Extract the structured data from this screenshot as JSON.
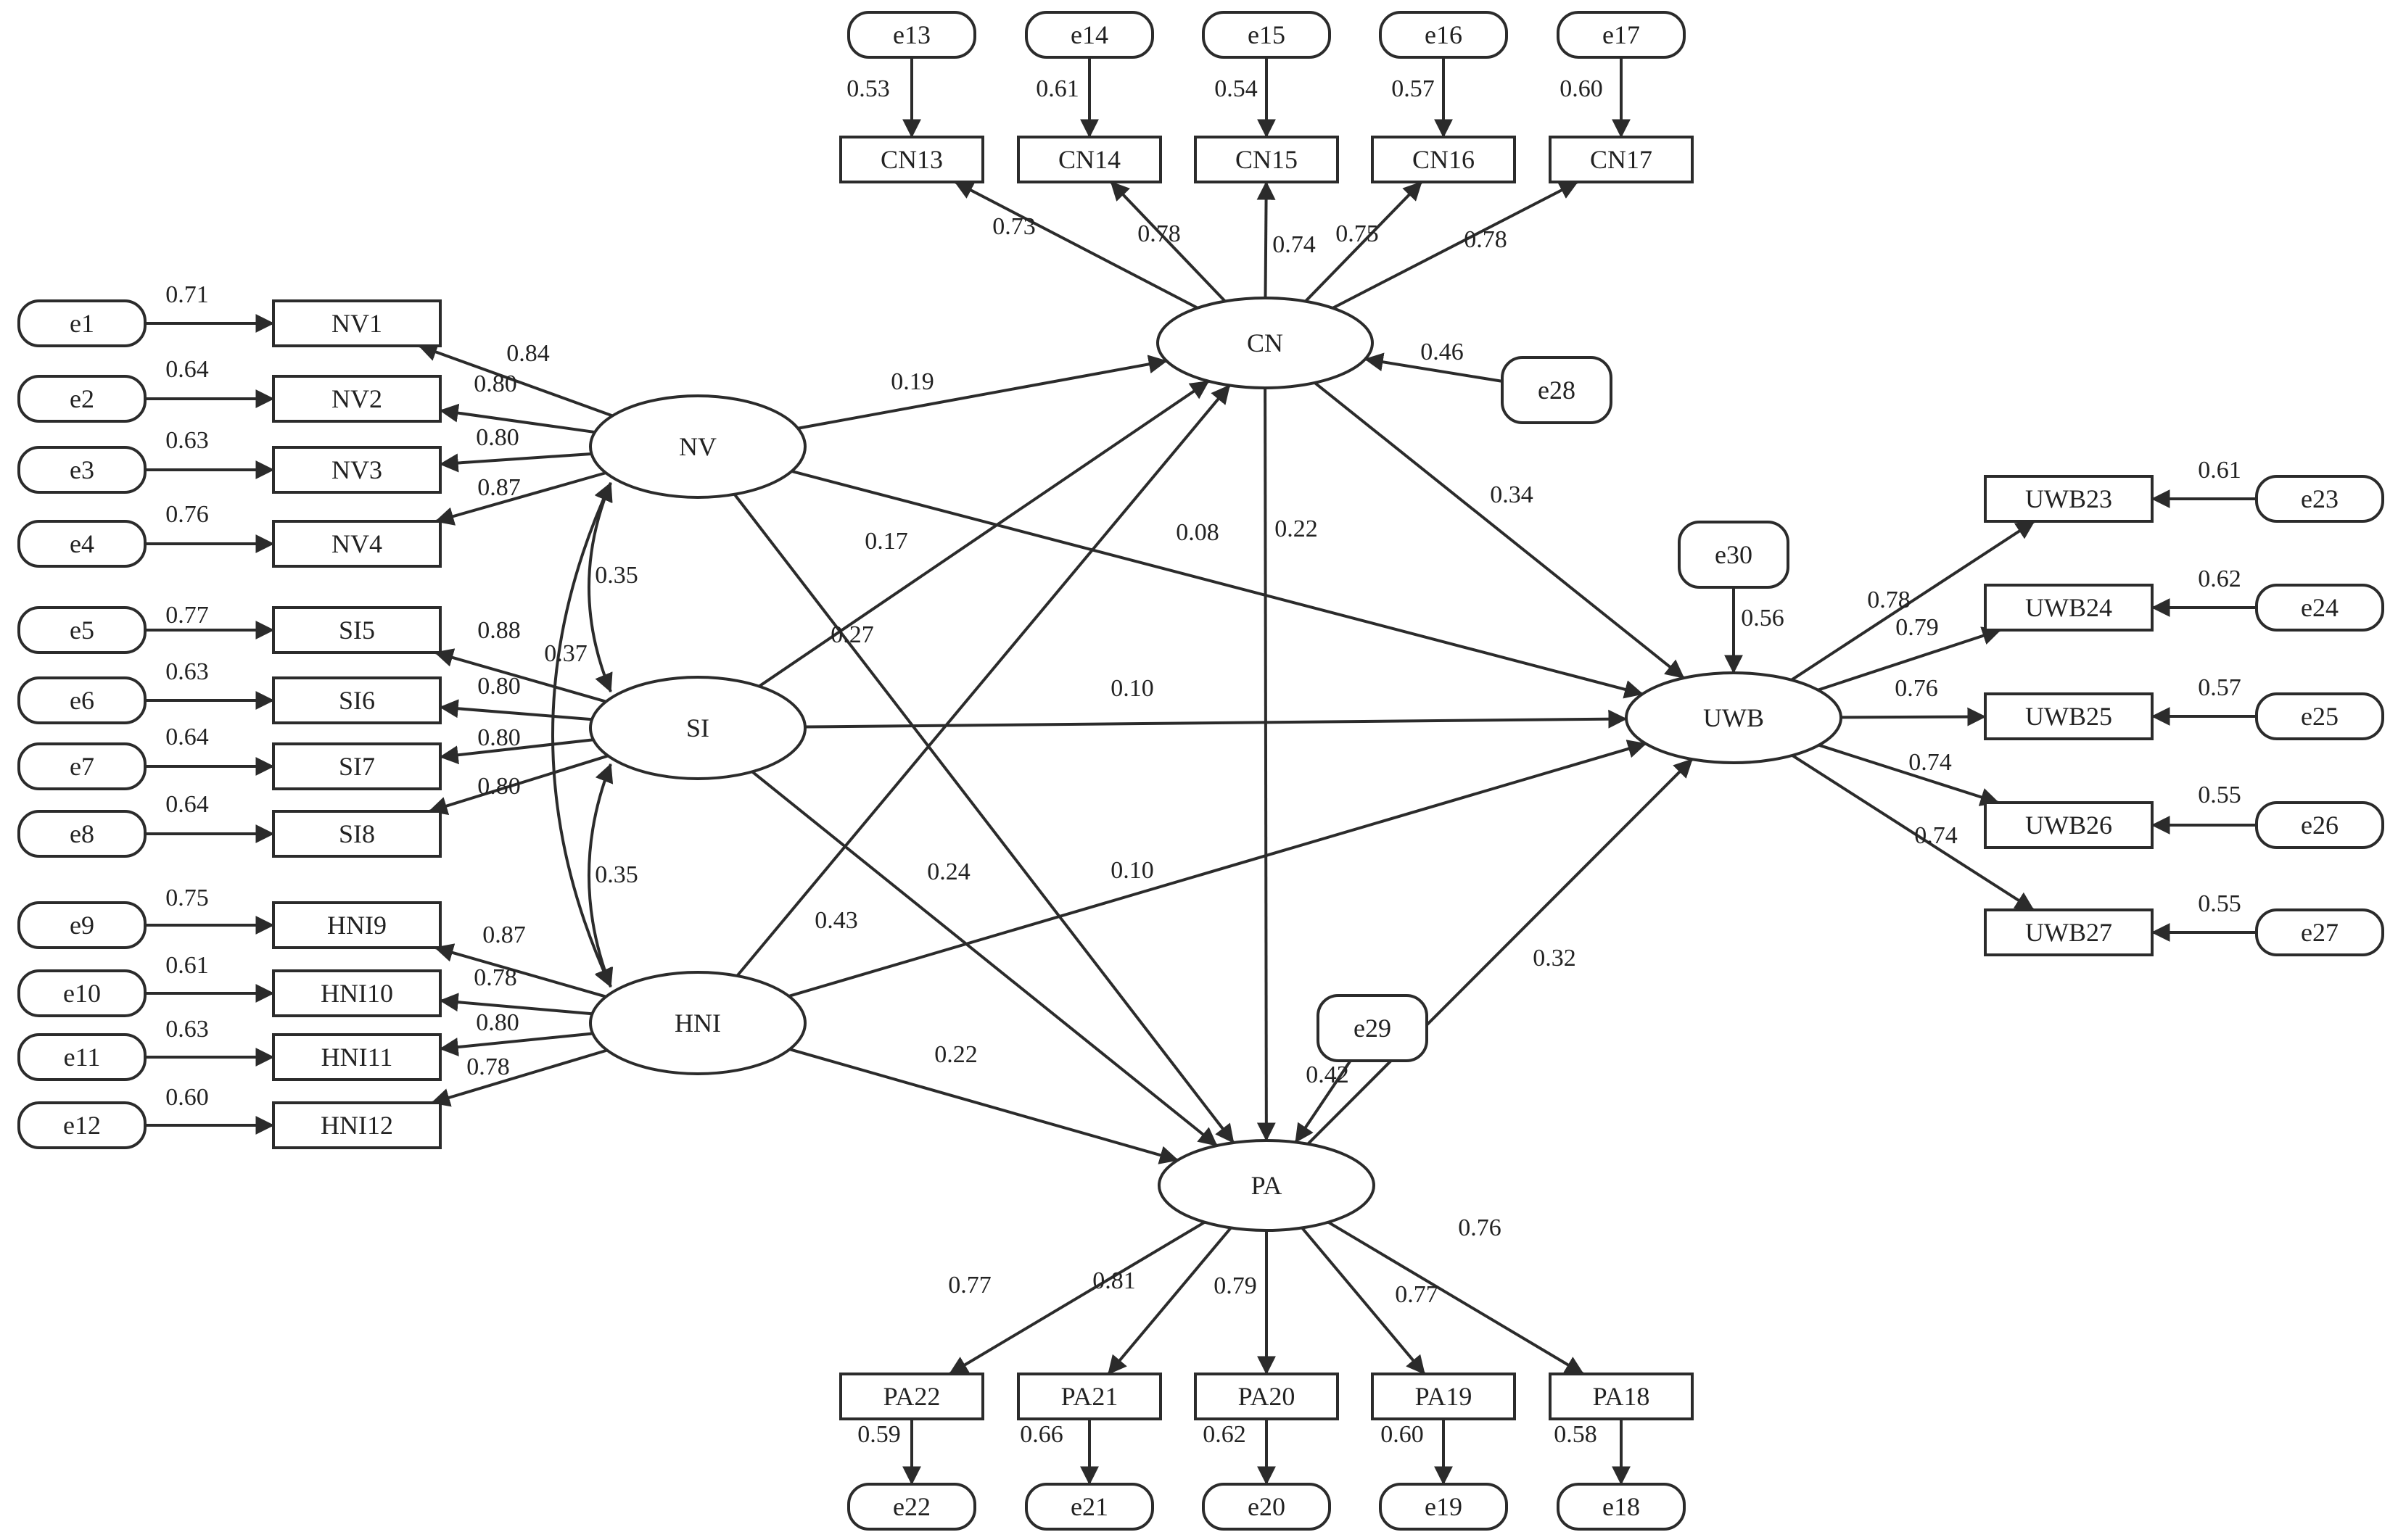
{
  "nodes": [
    {
      "id": "e1",
      "label": "e1",
      "kind": "error"
    },
    {
      "id": "e2",
      "label": "e2",
      "kind": "error"
    },
    {
      "id": "e3",
      "label": "e3",
      "kind": "error"
    },
    {
      "id": "e4",
      "label": "e4",
      "kind": "error"
    },
    {
      "id": "e5",
      "label": "e5",
      "kind": "error"
    },
    {
      "id": "e6",
      "label": "e6",
      "kind": "error"
    },
    {
      "id": "e7",
      "label": "e7",
      "kind": "error"
    },
    {
      "id": "e8",
      "label": "e8",
      "kind": "error"
    },
    {
      "id": "e9",
      "label": "e9",
      "kind": "error"
    },
    {
      "id": "e10",
      "label": "e10",
      "kind": "error"
    },
    {
      "id": "e11",
      "label": "e11",
      "kind": "error"
    },
    {
      "id": "e12",
      "label": "e12",
      "kind": "error"
    },
    {
      "id": "NV1",
      "label": "NV1",
      "kind": "indicator"
    },
    {
      "id": "NV2",
      "label": "NV2",
      "kind": "indicator"
    },
    {
      "id": "NV3",
      "label": "NV3",
      "kind": "indicator"
    },
    {
      "id": "NV4",
      "label": "NV4",
      "kind": "indicator"
    },
    {
      "id": "SI5",
      "label": "SI5",
      "kind": "indicator"
    },
    {
      "id": "SI6",
      "label": "SI6",
      "kind": "indicator"
    },
    {
      "id": "SI7",
      "label": "SI7",
      "kind": "indicator"
    },
    {
      "id": "SI8",
      "label": "SI8",
      "kind": "indicator"
    },
    {
      "id": "HNI9",
      "label": "HNI9",
      "kind": "indicator"
    },
    {
      "id": "HNI10",
      "label": "HNI10",
      "kind": "indicator"
    },
    {
      "id": "HNI11",
      "label": "HNI11",
      "kind": "indicator"
    },
    {
      "id": "HNI12",
      "label": "HNI12",
      "kind": "indicator"
    },
    {
      "id": "NV",
      "label": "NV",
      "kind": "latent"
    },
    {
      "id": "SI",
      "label": "SI",
      "kind": "latent"
    },
    {
      "id": "HNI",
      "label": "HNI",
      "kind": "latent"
    },
    {
      "id": "e13",
      "label": "e13",
      "kind": "error"
    },
    {
      "id": "e14",
      "label": "e14",
      "kind": "error"
    },
    {
      "id": "e15",
      "label": "e15",
      "kind": "error"
    },
    {
      "id": "e16",
      "label": "e16",
      "kind": "error"
    },
    {
      "id": "e17",
      "label": "e17",
      "kind": "error"
    },
    {
      "id": "CN13",
      "label": "CN13",
      "kind": "indicator"
    },
    {
      "id": "CN14",
      "label": "CN14",
      "kind": "indicator"
    },
    {
      "id": "CN15",
      "label": "CN15",
      "kind": "indicator"
    },
    {
      "id": "CN16",
      "label": "CN16",
      "kind": "indicator"
    },
    {
      "id": "CN17",
      "label": "CN17",
      "kind": "indicator"
    },
    {
      "id": "CN",
      "label": "CN",
      "kind": "latent"
    },
    {
      "id": "e28",
      "label": "e28",
      "kind": "error"
    },
    {
      "id": "PA",
      "label": "PA",
      "kind": "latent"
    },
    {
      "id": "e29",
      "label": "e29",
      "kind": "error"
    },
    {
      "id": "PA22",
      "label": "PA22",
      "kind": "indicator"
    },
    {
      "id": "PA21",
      "label": "PA21",
      "kind": "indicator"
    },
    {
      "id": "PA20",
      "label": "PA20",
      "kind": "indicator"
    },
    {
      "id": "PA19",
      "label": "PA19",
      "kind": "indicator"
    },
    {
      "id": "PA18",
      "label": "PA18",
      "kind": "indicator"
    },
    {
      "id": "e22",
      "label": "e22",
      "kind": "error"
    },
    {
      "id": "e21",
      "label": "e21",
      "kind": "error"
    },
    {
      "id": "e20",
      "label": "e20",
      "kind": "error"
    },
    {
      "id": "e19",
      "label": "e19",
      "kind": "error"
    },
    {
      "id": "e18",
      "label": "e18",
      "kind": "error"
    },
    {
      "id": "UWB",
      "label": "UWB",
      "kind": "latent"
    },
    {
      "id": "e30",
      "label": "e30",
      "kind": "error"
    },
    {
      "id": "UWB23",
      "label": "UWB23",
      "kind": "indicator"
    },
    {
      "id": "UWB24",
      "label": "UWB24",
      "kind": "indicator"
    },
    {
      "id": "UWB25",
      "label": "UWB25",
      "kind": "indicator"
    },
    {
      "id": "UWB26",
      "label": "UWB26",
      "kind": "indicator"
    },
    {
      "id": "UWB27",
      "label": "UWB27",
      "kind": "indicator"
    },
    {
      "id": "e23",
      "label": "e23",
      "kind": "error"
    },
    {
      "id": "e24",
      "label": "e24",
      "kind": "error"
    },
    {
      "id": "e25",
      "label": "e25",
      "kind": "error"
    },
    {
      "id": "e26",
      "label": "e26",
      "kind": "error"
    },
    {
      "id": "e27",
      "label": "e27",
      "kind": "error"
    }
  ],
  "edges": [
    {
      "from": "e1",
      "to": "NV1",
      "label": "0.71"
    },
    {
      "from": "e2",
      "to": "NV2",
      "label": "0.64"
    },
    {
      "from": "e3",
      "to": "NV3",
      "label": "0.63"
    },
    {
      "from": "e4",
      "to": "NV4",
      "label": "0.76"
    },
    {
      "from": "e5",
      "to": "SI5",
      "label": "0.77"
    },
    {
      "from": "e6",
      "to": "SI6",
      "label": "0.63"
    },
    {
      "from": "e7",
      "to": "SI7",
      "label": "0.64"
    },
    {
      "from": "e8",
      "to": "SI8",
      "label": "0.64"
    },
    {
      "from": "e9",
      "to": "HNI9",
      "label": "0.75"
    },
    {
      "from": "e10",
      "to": "HNI10",
      "label": "0.61"
    },
    {
      "from": "e11",
      "to": "HNI11",
      "label": "0.63"
    },
    {
      "from": "e12",
      "to": "HNI12",
      "label": "0.60"
    },
    {
      "from": "NV",
      "to": "NV1",
      "label": "0.84"
    },
    {
      "from": "NV",
      "to": "NV2",
      "label": "0.80"
    },
    {
      "from": "NV",
      "to": "NV3",
      "label": "0.80"
    },
    {
      "from": "NV",
      "to": "NV4",
      "label": "0.87"
    },
    {
      "from": "SI",
      "to": "SI5",
      "label": "0.88"
    },
    {
      "from": "SI",
      "to": "SI6",
      "label": "0.80"
    },
    {
      "from": "SI",
      "to": "SI7",
      "label": "0.80"
    },
    {
      "from": "SI",
      "to": "SI8",
      "label": "0.80"
    },
    {
      "from": "HNI",
      "to": "HNI9",
      "label": "0.87"
    },
    {
      "from": "HNI",
      "to": "HNI10",
      "label": "0.78"
    },
    {
      "from": "HNI",
      "to": "HNI11",
      "label": "0.80"
    },
    {
      "from": "HNI",
      "to": "HNI12",
      "label": "0.78"
    },
    {
      "from": "NV",
      "to": "SI",
      "label": "0.35",
      "kind": "cov"
    },
    {
      "from": "SI",
      "to": "HNI",
      "label": "0.35",
      "kind": "cov"
    },
    {
      "from": "NV",
      "to": "HNI",
      "label": "0.37",
      "kind": "cov"
    },
    {
      "from": "e13",
      "to": "CN13",
      "label": "0.53"
    },
    {
      "from": "e14",
      "to": "CN14",
      "label": "0.61"
    },
    {
      "from": "e15",
      "to": "CN15",
      "label": "0.54"
    },
    {
      "from": "e16",
      "to": "CN16",
      "label": "0.57"
    },
    {
      "from": "e17",
      "to": "CN17",
      "label": "0.60"
    },
    {
      "from": "CN",
      "to": "CN13",
      "label": "0.73"
    },
    {
      "from": "CN",
      "to": "CN14",
      "label": "0.78"
    },
    {
      "from": "CN",
      "to": "CN15",
      "label": "0.74"
    },
    {
      "from": "CN",
      "to": "CN16",
      "label": "0.75"
    },
    {
      "from": "CN",
      "to": "CN17",
      "label": "0.78"
    },
    {
      "from": "e28",
      "to": "CN",
      "label": "0.46"
    },
    {
      "from": "NV",
      "to": "CN",
      "label": "0.19"
    },
    {
      "from": "NV",
      "to": "PA",
      "label": "0.17"
    },
    {
      "from": "NV",
      "to": "UWB",
      "label": "0.08"
    },
    {
      "from": "SI",
      "to": "CN",
      "label": "0.27"
    },
    {
      "from": "SI",
      "to": "UWB",
      "label": "0.10"
    },
    {
      "from": "SI",
      "to": "PA",
      "label": "0.24"
    },
    {
      "from": "HNI",
      "to": "CN",
      "label": "0.43"
    },
    {
      "from": "HNI",
      "to": "UWB",
      "label": "0.10"
    },
    {
      "from": "HNI",
      "to": "PA",
      "label": "0.22"
    },
    {
      "from": "CN",
      "to": "PA",
      "label": "0.22"
    },
    {
      "from": "CN",
      "to": "UWB",
      "label": "0.34"
    },
    {
      "from": "PA",
      "to": "UWB",
      "label": "0.32"
    },
    {
      "from": "e29",
      "to": "PA",
      "label": "0.42"
    },
    {
      "from": "PA",
      "to": "PA22",
      "label": "0.77"
    },
    {
      "from": "PA",
      "to": "PA21",
      "label": "0.81"
    },
    {
      "from": "PA",
      "to": "PA20",
      "label": "0.79"
    },
    {
      "from": "PA",
      "to": "PA19",
      "label": "0.77"
    },
    {
      "from": "PA",
      "to": "PA18",
      "label": "0.76"
    },
    {
      "from": "PA22",
      "to": "e22",
      "label": "0.59"
    },
    {
      "from": "PA21",
      "to": "e21",
      "label": "0.66"
    },
    {
      "from": "PA20",
      "to": "e20",
      "label": "0.62"
    },
    {
      "from": "PA19",
      "to": "e19",
      "label": "0.60"
    },
    {
      "from": "PA18",
      "to": "e18",
      "label": "0.58"
    },
    {
      "from": "e30",
      "to": "UWB",
      "label": "0.56"
    },
    {
      "from": "UWB",
      "to": "UWB23",
      "label": "0.78"
    },
    {
      "from": "UWB",
      "to": "UWB24",
      "label": "0.79"
    },
    {
      "from": "UWB",
      "to": "UWB25",
      "label": "0.76"
    },
    {
      "from": "UWB",
      "to": "UWB26",
      "label": "0.74"
    },
    {
      "from": "UWB",
      "to": "UWB27",
      "label": "0.74"
    },
    {
      "from": "e23",
      "to": "UWB23",
      "label": "0.61"
    },
    {
      "from": "e24",
      "to": "UWB24",
      "label": "0.62"
    },
    {
      "from": "e25",
      "to": "UWB25",
      "label": "0.57"
    },
    {
      "from": "e26",
      "to": "UWB26",
      "label": "0.55"
    },
    {
      "from": "e27",
      "to": "UWB27",
      "label": "0.55"
    }
  ]
}
